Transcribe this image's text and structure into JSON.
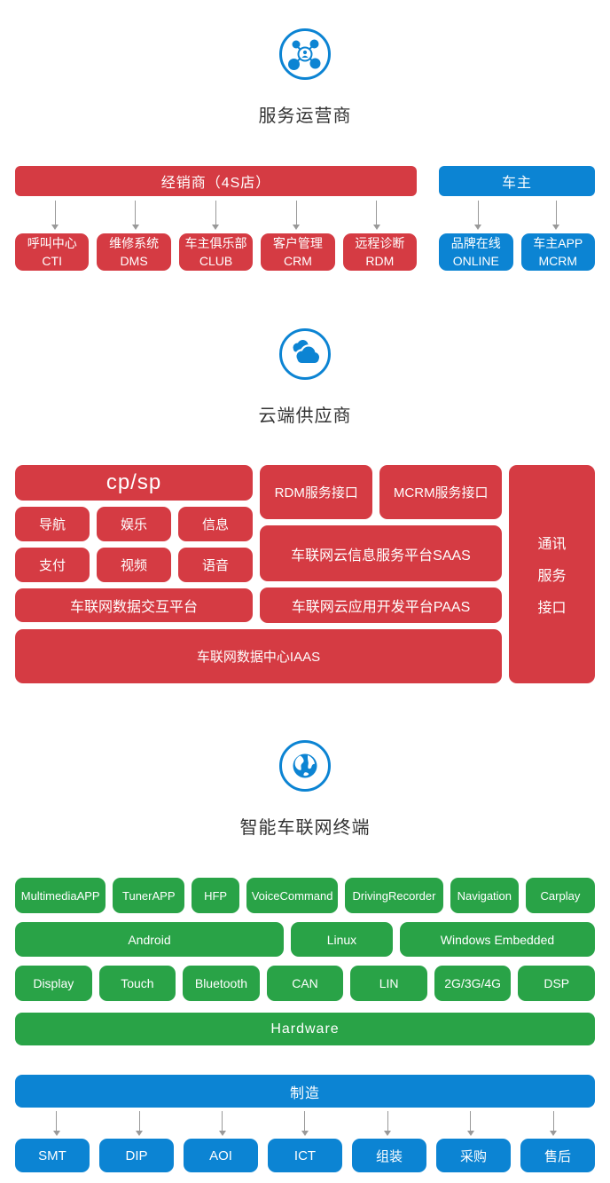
{
  "colors": {
    "red": "#d53b43",
    "blue": "#0c84d3",
    "green": "#29a347",
    "arrow": "#999999",
    "title": "#333333"
  },
  "service": {
    "title": "服务运营商",
    "dealer": {
      "label": "经销商（4S店）"
    },
    "dealer_children": [
      {
        "line1": "呼叫中心",
        "line2": "CTI"
      },
      {
        "line1": "维修系统",
        "line2": "DMS"
      },
      {
        "line1": "车主俱乐部",
        "line2": "CLUB"
      },
      {
        "line1": "客户管理",
        "line2": "CRM"
      },
      {
        "line1": "远程诊断",
        "line2": "RDM"
      }
    ],
    "owner": {
      "label": "车主"
    },
    "owner_children": [
      {
        "line1": "品牌在线",
        "line2": "ONLINE"
      },
      {
        "line1": "车主APP",
        "line2": "MCRM"
      }
    ]
  },
  "cloud": {
    "title": "云端供应商",
    "cpsp": "cp/sp",
    "apps_row1": [
      "导航",
      "娱乐",
      "信息"
    ],
    "apps_row2": [
      "支付",
      "视频",
      "语音"
    ],
    "exchange": "车联网数据交互平台",
    "rdm_api": "RDM服务接口",
    "mcrm_api": "MCRM服务接口",
    "saas": "车联网云信息服务平台SAAS",
    "paas": "车联网云应用开发平台PAAS",
    "iaas": "车联网数据中心IAAS",
    "comm_lines": [
      "通讯",
      "服务",
      "接口"
    ]
  },
  "terminal": {
    "title": "智能车联网终端",
    "row1": [
      "MultimediaAPP",
      "TunerAPP",
      "HFP",
      "VoiceCommand",
      "DrivingRecorder",
      "Navigation",
      "Carplay"
    ],
    "row2": [
      "Android",
      "Linux",
      "Windows Embedded"
    ],
    "row3": [
      "Display",
      "Touch",
      "Bluetooth",
      "CAN",
      "LIN",
      "2G/3G/4G",
      "DSP"
    ],
    "hardware": "Hardware"
  },
  "manufacturing": {
    "label": "制造",
    "children": [
      "SMT",
      "DIP",
      "AOI",
      "ICT",
      "组装",
      "采购",
      "售后"
    ]
  }
}
